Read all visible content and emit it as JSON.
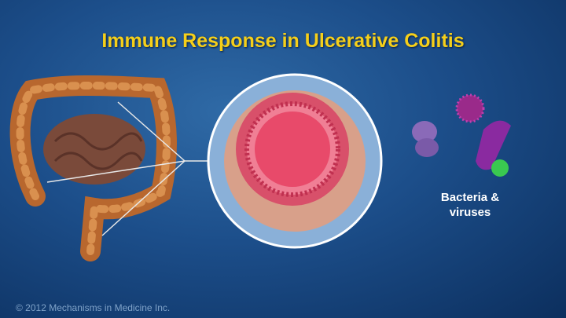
{
  "title": "Immune Response in Ulcerative Colitis",
  "pathogen_label": {
    "line1": "Bacteria &",
    "line2": "viruses"
  },
  "copyright": "© 2012 Mechanisms in Medicine Inc."
}
